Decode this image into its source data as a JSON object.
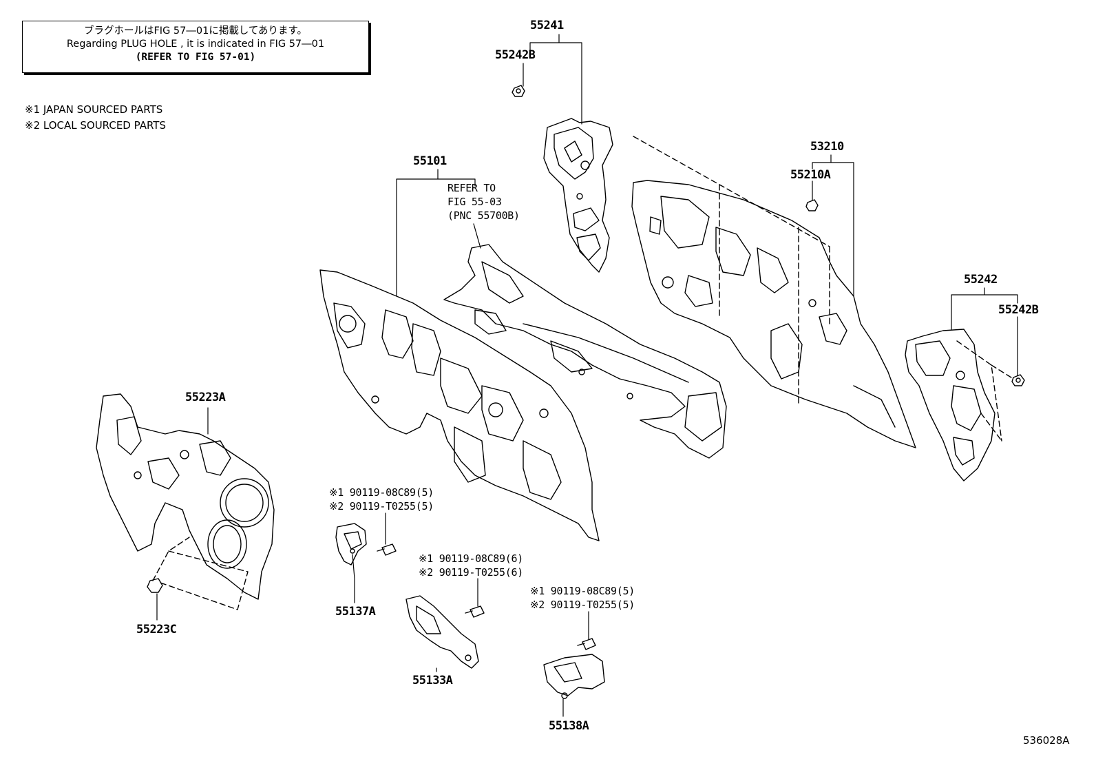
{
  "note_box": {
    "line_ja": "ブラグホールはFIG 57―01に掲載してあります。",
    "line_en": "Regarding  PLUG  HOLE , it is indicated in  FIG  57―01",
    "line_ref": "(REFER TO FIG 57-01)"
  },
  "legend": {
    "japan": "※1 JAPAN SOURCED PARTS",
    "local": "※2 LOCAL SOURCED PARTS"
  },
  "refer": {
    "line1": "REFER TO",
    "line2": "FIG 55-03",
    "line3": "(PNC 55700B)"
  },
  "parts": {
    "p55241": "55241",
    "p55242b_top": "55242B",
    "p55101": "55101",
    "p53210": "53210",
    "p55210a": "55210A",
    "p55242": "55242",
    "p55242b_right": "55242B",
    "p55223a": "55223A",
    "p55223c": "55223C",
    "p55137a": "55137A",
    "p55133a": "55133A",
    "p55138a": "55138A"
  },
  "bolts": {
    "b1_line1": "※1 90119-08C89(5)",
    "b1_line2": "※2 90119-T0255(5)",
    "b2_line1": "※1 90119-08C89(6)",
    "b2_line2": "※2 90119-T0255(6)",
    "b3_line1": "※1 90119-08C89(5)",
    "b3_line2": "※2 90119-T0255(5)"
  },
  "figure_id": "536028A"
}
